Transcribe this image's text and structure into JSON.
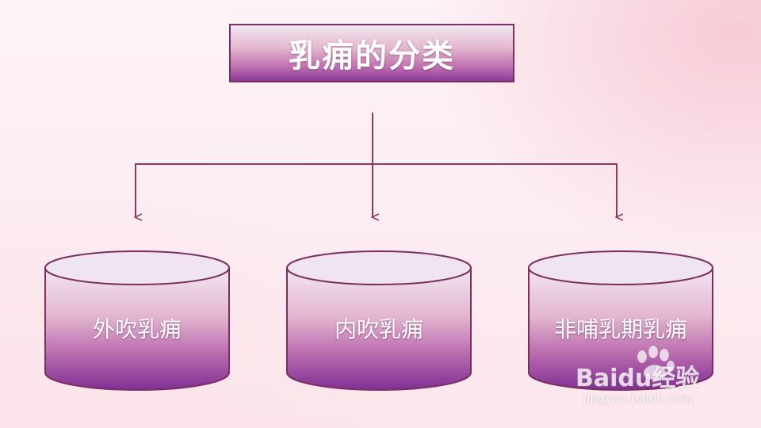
{
  "title": "乳痈的分类",
  "nodes": [
    {
      "label": "外吹乳痈"
    },
    {
      "label": "内吹乳痈"
    },
    {
      "label": "非哺乳期乳痈"
    }
  ],
  "watermark": {
    "brand": "Baidu经验",
    "url": "jingyan.baidu.com"
  },
  "colors": {
    "border": "#7a2f5e",
    "connector": "#8c3a62",
    "fill_top": "#f2e6f1",
    "fill_bottom": "#8a3c98"
  }
}
